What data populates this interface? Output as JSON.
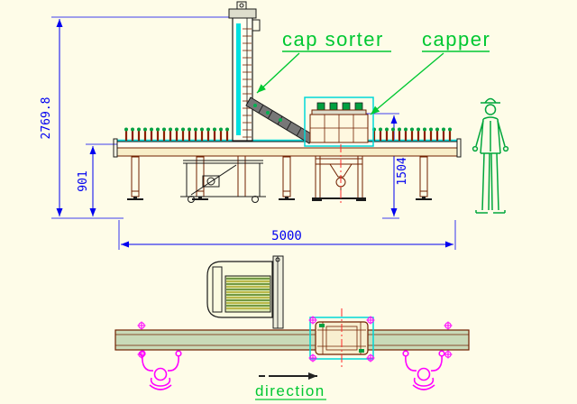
{
  "annotations": {
    "cap_sorter_label": "cap sorter",
    "capper_label": "capper",
    "direction_label": "direction"
  },
  "dimensions": {
    "overall_height": "2769.8",
    "working_height": "901",
    "capper_height": "1504.",
    "overall_length": "5000"
  },
  "colors": {
    "background": "#FEFCE8",
    "dimension_blue": "#0000F0",
    "annotation_green": "#00C832",
    "machine_dark_red": "#702000",
    "highlight_cyan": "#00D8D8",
    "operator_magenta": "#FF00FF",
    "cap_green": "#00A040"
  }
}
